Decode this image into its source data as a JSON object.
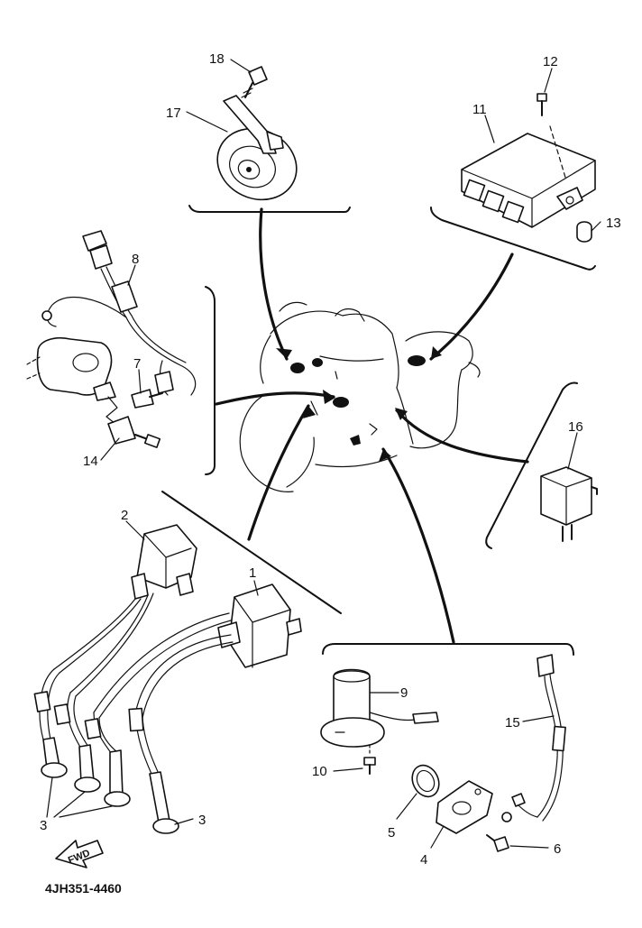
{
  "diagram": {
    "drawing_code": "4JH351-4460",
    "forward_arrow_label": "FWD",
    "callouts": [
      {
        "id": "callout-1",
        "text": "1"
      },
      {
        "id": "callout-2",
        "text": "2"
      },
      {
        "id": "callout-3a",
        "text": "3"
      },
      {
        "id": "callout-3b",
        "text": "3"
      },
      {
        "id": "callout-4",
        "text": "4"
      },
      {
        "id": "callout-5",
        "text": "5"
      },
      {
        "id": "callout-6",
        "text": "6"
      },
      {
        "id": "callout-7",
        "text": "7"
      },
      {
        "id": "callout-8",
        "text": "8"
      },
      {
        "id": "callout-9",
        "text": "9"
      },
      {
        "id": "callout-10",
        "text": "10"
      },
      {
        "id": "callout-11",
        "text": "11"
      },
      {
        "id": "callout-12",
        "text": "12"
      },
      {
        "id": "callout-13",
        "text": "13"
      },
      {
        "id": "callout-14",
        "text": "14"
      },
      {
        "id": "callout-15",
        "text": "15"
      },
      {
        "id": "callout-16",
        "text": "16"
      },
      {
        "id": "callout-17",
        "text": "17"
      },
      {
        "id": "callout-18",
        "text": "18"
      }
    ]
  }
}
